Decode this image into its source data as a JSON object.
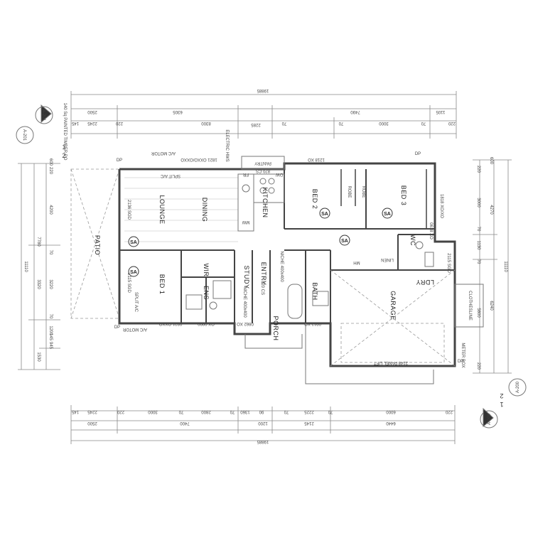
{
  "rooms": {
    "patio": "PATIO",
    "lounge": "LOUNGE",
    "dining": "DINING",
    "kitchen": "KITCHEN",
    "bed1": "BED 1",
    "bed2": "BED 2",
    "bed3": "BED 3",
    "wir": "WIR",
    "ens": "ENS",
    "study": "STUDY",
    "entry": "ENTRY",
    "bath": "BATH",
    "porch": "PORCH",
    "garage": "GARAGE",
    "ldry": "LDRY",
    "wc": "WC",
    "robe1": "ROBE",
    "robe2": "ROBE",
    "pantry": "PANTRY",
    "linen": "LINEN",
    "mh": "MH",
    "clothesline": "CLOTHESLINE"
  },
  "notes": {
    "ac_motor_top": "A/C MOTOR",
    "split_ac_top": "SPLIT A/C",
    "window_top": "1821 OXXO/OXXO",
    "electric_hws": "ELECTRIC HWS",
    "window_820cs": "820 CS",
    "window_1218": "1218 XO",
    "sgd_2136": "2136 SGD",
    "sgd_2115": "2115 SGD",
    "split_ac_side": "SPLIT A/C",
    "ac_motor_bottom": "A/C MOTOR",
    "window_0821": "0821 OXXO",
    "window_0660": "OX 0990",
    "window_0862": "0862 XO",
    "window_0912": "0912 XO",
    "niche_study": "NICHE 400x400",
    "niche_entry": "NICHE 400x400",
    "cs_820_entry": "820 CS",
    "panel_lift": "2148 PANEL LIFT",
    "meter_box": "METER BOX",
    "xo_1818": "1818 XO/XO",
    "xo_0618": "0618 XO",
    "sgd_2115_ldry": "2115 SGD",
    "post": "140 Sq PAINTED TIMBER PO",
    "sa": "SA",
    "dp": "DP",
    "mw": "MW",
    "fr": "FR",
    "dw": "DW"
  },
  "dimensions": {
    "top_overall": "19885",
    "top_a": [
      "2500",
      "6305",
      "1105"
    ],
    "top_b": [
      "2285",
      "7490"
    ],
    "top_c": [
      "2245",
      "8300",
      "3000"
    ],
    "top_small": [
      "145",
      "220",
      "70",
      "70",
      "70",
      "220"
    ],
    "bottom_overall": "19885",
    "bottom_a": [
      "2500",
      "7400",
      "1200",
      "6440"
    ],
    "bottom_b": [
      "2245",
      "3000",
      "2800",
      "1360",
      "2225",
      "6000"
    ],
    "bottom_c": [
      "2145"
    ],
    "bottom_small": [
      "145",
      "220",
      "70",
      "70",
      "90",
      "70",
      "70",
      "220"
    ],
    "left_overall": "11110",
    "left_a": [
      "7780",
      "3320"
    ],
    "left_b": [
      "4200",
      "3220",
      "1200",
      "945",
      "1530"
    ],
    "left_small": [
      "600",
      "220",
      "70",
      "70",
      "145"
    ],
    "right_overall": "11110",
    "right_a": [
      "4270",
      "6240"
    ],
    "right_b": [
      "3000",
      "1130",
      "5800"
    ],
    "right_small": [
      "220",
      "600",
      "70",
      "70",
      "220"
    ]
  },
  "markers": {
    "a201_left": "A-201",
    "a201_top": "A-201",
    "a200_bottom": "A-200",
    "a200_right": "A-200",
    "num_1": "1",
    "num_2": "2"
  }
}
